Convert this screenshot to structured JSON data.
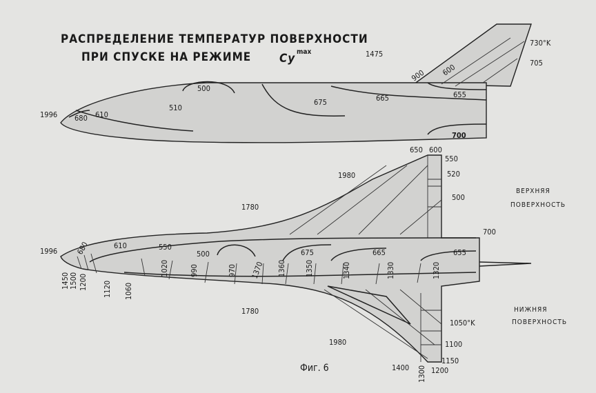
{
  "title": {
    "line1": "РАСПРЕДЕЛЕНИЕ ТЕМПЕРАТУР ПОВЕРХНОСТИ",
    "line2": "ПРИ СПУСКЕ НА РЕЖИМЕ",
    "symbol": "Cy",
    "superscript": "max"
  },
  "side_view": {
    "labels": [
      "1996",
      "680",
      "610",
      "500",
      "510",
      "675",
      "665",
      "655",
      "700",
      "1475",
      "900",
      "600",
      "730°K",
      "705"
    ]
  },
  "plan_view": {
    "upper_surface_label": [
      "ВЕРХНЯЯ",
      "ПОВЕРХНОСТЬ"
    ],
    "lower_surface_label": [
      "НИЖНЯЯ",
      "ПОВЕРХНОСТЬ"
    ],
    "upper_labels": [
      "1996",
      "680",
      "610",
      "550",
      "500",
      "675",
      "665",
      "655",
      "1780",
      "1980",
      "650",
      "600",
      "550",
      "520",
      "500",
      "700"
    ],
    "lower_labels": [
      "1450",
      "1500",
      "1200",
      "1120",
      "1060",
      "1020",
      "990",
      "970",
      "1370",
      "1360",
      "1350",
      "1340",
      "1330",
      "1320",
      "1780",
      "1980",
      "1050°K",
      "1100",
      "1150",
      "1400",
      "1300",
      "1200"
    ]
  },
  "caption": "Фиг. 6"
}
